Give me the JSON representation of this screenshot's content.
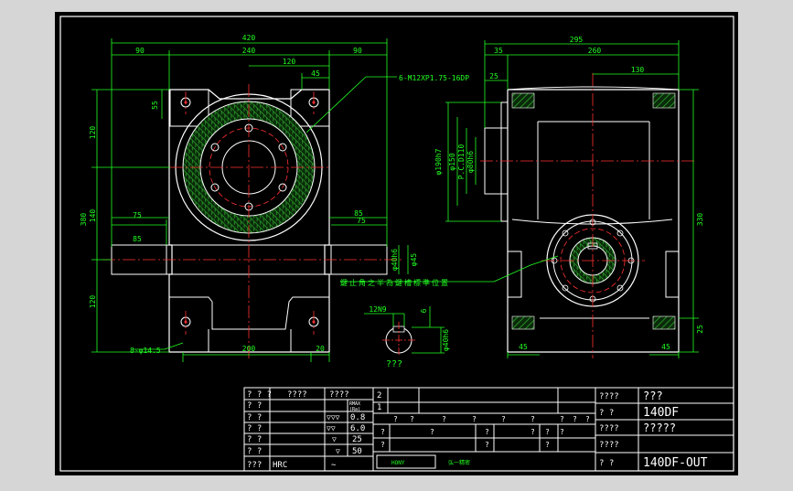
{
  "colors": {
    "background": "#000000",
    "frame": "#ffffff",
    "outline": "#ffffff",
    "dimension": "#22ff22",
    "centerline": "#ff3030",
    "hatch": "#2ea82e",
    "chrome": "#d6d6d6"
  },
  "front_view": {
    "dims": {
      "overall_width": "420",
      "left_90": "90",
      "middle_240": "240",
      "right_90": "90",
      "d120": "120",
      "d45": "45",
      "d55": "55",
      "left_120_top": "120",
      "d380": "380",
      "d140": "140",
      "left_120_bottom": "120",
      "left_85": "85",
      "left_75": "75",
      "right_85": "85",
      "right_75": "75",
      "shaft_d40": "φ40h6",
      "shaft_d45": "φ45",
      "bottom_200": "200",
      "bottom_20": "20"
    },
    "notes": {
      "tapped_holes": "6-M12XP1.75-16DP",
      "mount_holes": "8-φ14.5",
      "key_note": "鍵止角之半為鍵槽標準位置"
    }
  },
  "side_view": {
    "dims": {
      "d295": "295",
      "d35": "35",
      "d260": "260",
      "d130": "130",
      "d25": "25",
      "d190": "φ190h7",
      "d150": "φ150",
      "pcd": "P.C.D110",
      "d80": "φ80h6",
      "d330": "330",
      "d25_right": "25",
      "bottom_left_45": "45",
      "bottom_right_45": "45"
    }
  },
  "key_detail": {
    "keyway": "12N9",
    "depth": "6",
    "dia": "φ40h6",
    "caption": "???"
  },
  "title_block": {
    "left_rows": [
      [
        "? ? ?",
        "????",
        "????"
      ],
      [
        "? ?",
        "",
        "RMAX"
      ],
      [
        "? ?",
        "",
        "0.8"
      ],
      [
        "? ?",
        "",
        "6.0"
      ],
      [
        "? ?",
        "",
        "25"
      ],
      [
        "? ?",
        "",
        "50"
      ],
      [
        "???",
        "HRC",
        "∼"
      ]
    ],
    "roughness_header": "(Ra)",
    "rev_number": "2",
    "rev_number_2": "1",
    "marks_row": [
      "?",
      "?",
      "?",
      "?",
      "?",
      "?",
      "?",
      "?",
      "?"
    ],
    "marks_row_2": [
      "?",
      "?",
      "?",
      "?",
      "?",
      "?"
    ],
    "marks_row_3": [
      "?",
      "?",
      "?"
    ],
    "company": "HONY",
    "company_note": "弘一精密",
    "right_labels": [
      "????",
      "? ?",
      "????",
      "????",
      "? ?"
    ],
    "right_values": [
      "???",
      "140DF",
      "?????",
      "",
      "140DF-OUT"
    ]
  }
}
